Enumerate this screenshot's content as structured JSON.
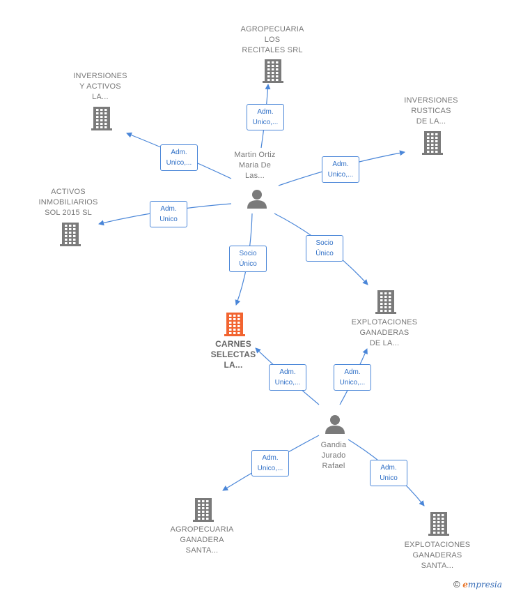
{
  "person_nodes": [
    {
      "id": "martin",
      "label": "Martin Ortiz\nMaria De\nLas..."
    },
    {
      "id": "gandia",
      "label": "Gandia\nJurado\nRafael"
    }
  ],
  "company_nodes": [
    {
      "id": "agro_recitales",
      "label": "AGROPECUARIA\nLOS\nRECITALES SRL"
    },
    {
      "id": "inv_activos",
      "label": "INVERSIONES\nY ACTIVOS\nLA..."
    },
    {
      "id": "inv_rusticas",
      "label": "INVERSIONES\nRUSTICAS\nDE LA..."
    },
    {
      "id": "activos_inmob",
      "label": "ACTIVOS\nINMOBILIARIOS\nSOL 2015  SL"
    },
    {
      "id": "carnes",
      "label": "CARNES\nSELECTAS\nLA...",
      "focus": true
    },
    {
      "id": "explot_la",
      "label": "EXPLOTACIONES\nGANADERAS\nDE LA..."
    },
    {
      "id": "agro_santa",
      "label": "AGROPECUARIA\nGANADERA\nSANTA..."
    },
    {
      "id": "explot_santa",
      "label": "EXPLOTACIONES\nGANADERAS\nSANTA..."
    }
  ],
  "relations": [
    {
      "from": "martin",
      "to": "agro_recitales",
      "label": "Adm.\nUnico,..."
    },
    {
      "from": "martin",
      "to": "inv_activos",
      "label": "Adm.\nUnico,..."
    },
    {
      "from": "martin",
      "to": "inv_rusticas",
      "label": "Adm.\nUnico,..."
    },
    {
      "from": "martin",
      "to": "activos_inmob",
      "label": "Adm.\nUnico"
    },
    {
      "from": "martin",
      "to": "carnes",
      "label": "Socio\nÚnico"
    },
    {
      "from": "martin",
      "to": "explot_la",
      "label": "Socio\nÚnico"
    },
    {
      "from": "gandia",
      "to": "carnes",
      "label": "Adm.\nUnico,..."
    },
    {
      "from": "gandia",
      "to": "explot_la",
      "label": "Adm.\nUnico,..."
    },
    {
      "from": "gandia",
      "to": "agro_santa",
      "label": "Adm.\nUnico,..."
    },
    {
      "from": "gandia",
      "to": "explot_santa",
      "label": "Adm.\nUnico"
    }
  ],
  "colors": {
    "company_icon": "#7a7a7a",
    "focus_icon": "#f26430",
    "person_icon": "#7a7a7a",
    "edge": "#4a86d8"
  },
  "icons": {
    "company": "building-icon",
    "person": "person-icon"
  },
  "footer": {
    "copyright": "©",
    "brand_initial": "e",
    "brand_rest": "mpresia"
  }
}
